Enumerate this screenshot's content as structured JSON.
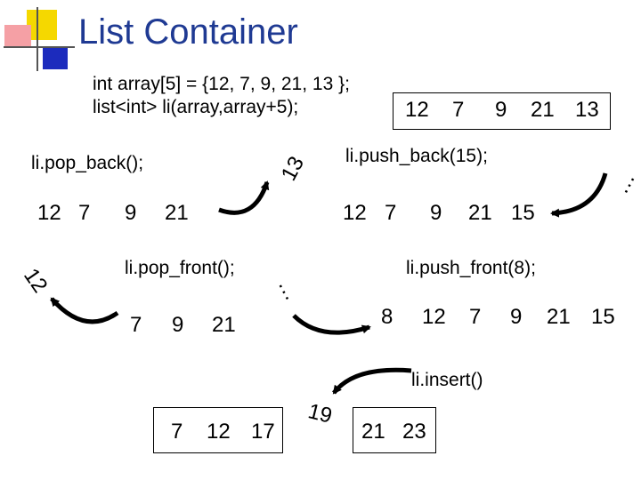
{
  "title": "List Container",
  "code": {
    "line1": "int array[5] = {12, 7, 9, 21, 13 };",
    "line2": "list<int> li(array,array+5);"
  },
  "ops": {
    "pop_back": "li.pop_back();",
    "push_back": "li.push_back(15);",
    "pop_front": "li.pop_front();",
    "push_front": "li.push_front(8);",
    "insert": "li.insert()"
  },
  "lists": {
    "initial": [
      "12",
      "7",
      "9",
      "21",
      "13"
    ],
    "after_pop_back": [
      "12",
      "7",
      "9",
      "21"
    ],
    "after_push_back": [
      "12",
      "7",
      "9",
      "21",
      "15"
    ],
    "after_pop_front": [
      "7",
      "9",
      "21"
    ],
    "after_push_front": [
      "8",
      "12",
      "7",
      "9",
      "21",
      "15"
    ],
    "insert_segment": [
      "7",
      "12",
      "17"
    ],
    "insert_tail": [
      "21",
      "23"
    ]
  },
  "floating": {
    "removed_back": "13",
    "removed_front": "12",
    "inserted": "19",
    "ellipsis_1": "…",
    "ellipsis_2": "…"
  },
  "colors": {
    "title": "#1f3a93",
    "deco_yellow": "#f5d800",
    "deco_red": "#e0303a",
    "deco_blue": "#1c2bbd"
  }
}
